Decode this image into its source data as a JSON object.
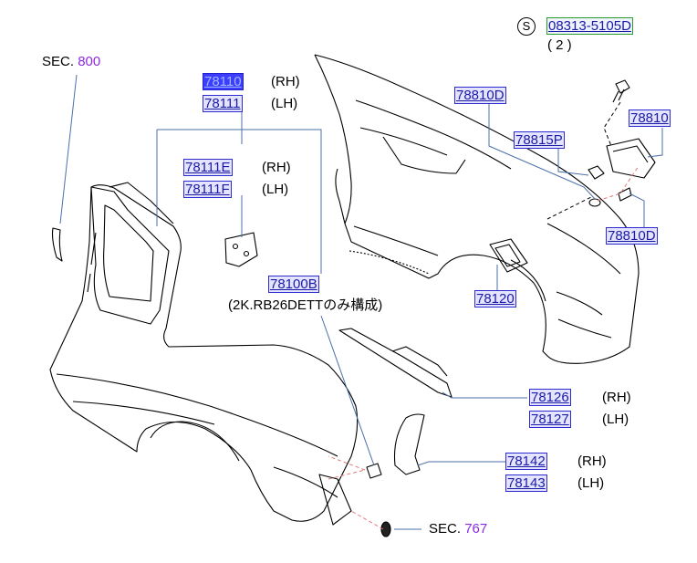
{
  "labels": {
    "sec_800": {
      "prefix": "SEC.",
      "number": "800"
    },
    "sec_767": {
      "prefix": "SEC.",
      "number": "767"
    },
    "s_symbol": "S",
    "bolt_part": "08313-5105D",
    "bolt_qty": "( 2 )",
    "p78110": "78110",
    "p78111": "78111",
    "p78111E": "78111E",
    "p78111F": "78111F",
    "p78100B": "78100B",
    "note_78100B": "(2K.RB26DETTのみ構成)",
    "p78810D_top": "78810D",
    "p78810": "78810",
    "p78815P": "78815P",
    "p78810D_bottom": "78810D",
    "p78120": "78120",
    "p78126": "78126",
    "p78127": "78127",
    "p78142": "78142",
    "p78143": "78143",
    "rh": "(RH)",
    "lh": "(LH)"
  },
  "colors": {
    "part_link_text": "#1a1aa6",
    "part_link_border": "#2b2bd0",
    "selected_bg": "#3d3dff",
    "section_number": "#8a2be2",
    "leader_line": "#4a6fa8",
    "dashed_guide": "#e07a7a"
  },
  "selected_part": "78110"
}
